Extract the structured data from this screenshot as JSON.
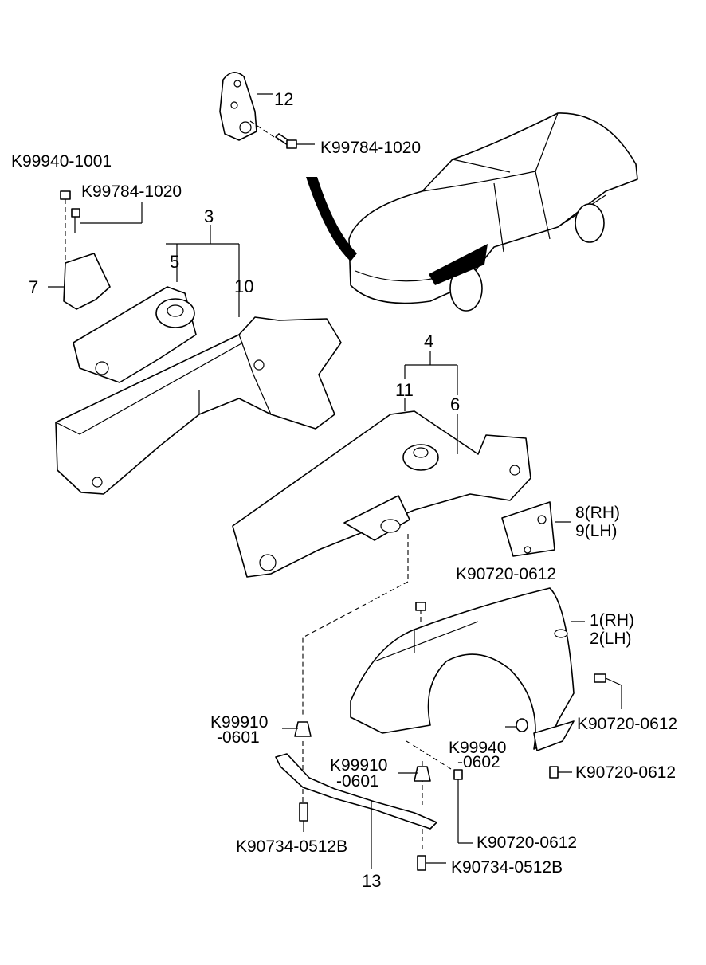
{
  "labels": {
    "p12": "12",
    "bolt_top": "K99784-1020",
    "nut_left": "K99940-1001",
    "bolt_left": "K99784-1020",
    "p3": "3",
    "p5": "5",
    "p7": "7",
    "p10": "10",
    "p4": "4",
    "p11": "11",
    "p6": "6",
    "p8": "8(RH)",
    "p9": "9(LH)",
    "screw_fender_top": "K90720-0612",
    "p1": "1(RH)",
    "p2": "2(LH)",
    "screw_fender_right": "K90720-0612",
    "clip_left_a": "K99910",
    "clip_left_b": "-0601",
    "clip_mid_a": "K99910",
    "clip_mid_b": "-0601",
    "nut_fender_a": "K99940",
    "nut_fender_b": "-0602",
    "screw_fender_low": "K90720-0612",
    "screw_bottom": "K90720-0612",
    "bolt_bracket_left": "K90734-0512B",
    "p13": "13",
    "bolt_bracket_right": "K90734-0512B"
  }
}
